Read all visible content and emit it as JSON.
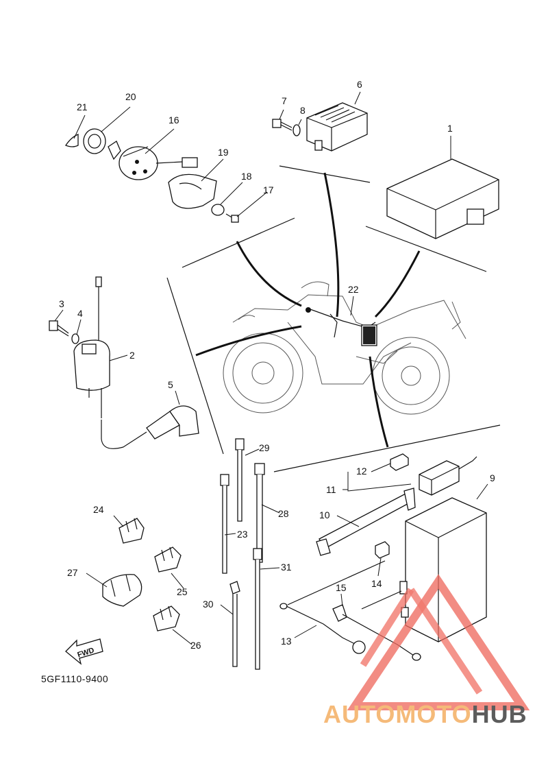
{
  "diagram_code": "5GF1110-9400",
  "fwd_label": "FWD",
  "watermark": {
    "part1": "AUTOMOTO",
    "part2": "HUB",
    "color_light": "#f5b36b",
    "color_red": "#ef6a5e",
    "color_dark": "#4b4b4b"
  },
  "callouts": [
    "1",
    "2",
    "3",
    "4",
    "5",
    "6",
    "7",
    "8",
    "9",
    "10",
    "11",
    "12",
    "13",
    "14",
    "15",
    "16",
    "17",
    "18",
    "19",
    "20",
    "21",
    "22",
    "23",
    "24",
    "25",
    "26",
    "27",
    "28",
    "29",
    "30",
    "31"
  ]
}
